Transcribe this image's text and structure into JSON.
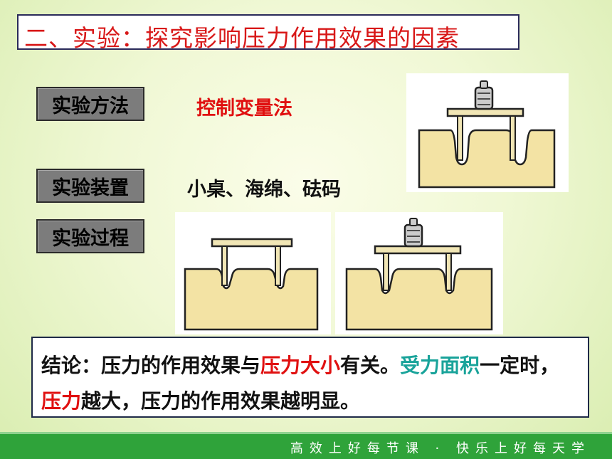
{
  "title": "二、实验：探究影响压力作用效果的因素",
  "labels": {
    "method": "实验方法",
    "device": "实验装置",
    "process": "实验过程"
  },
  "method_value": "控制变量法",
  "device_value": "小桌、海绵、砝码",
  "conclusion": {
    "part1": "结论：压力的作用效果与",
    "part2": "压力大小",
    "part3": "有关。",
    "part4": "受力面积",
    "part5": "一定时，",
    "part6": "压力",
    "part7": "越大，压力的作用效果越明显。"
  },
  "footer": "高效上好每节课 · 快乐上好每天学",
  "colors": {
    "title": "#d81818",
    "highlight_red": "#e01010",
    "highlight_teal": "#19a39a",
    "label_bg": "#7c7c7c",
    "footer_bg": "#2fa33a"
  }
}
